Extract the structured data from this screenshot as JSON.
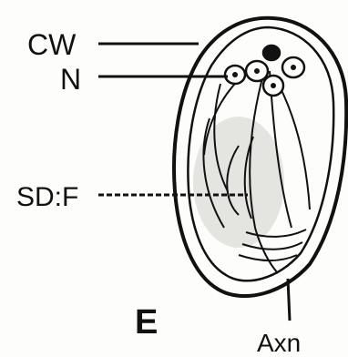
{
  "figure": {
    "panel_letter": "E",
    "labels": {
      "cw": "CW",
      "n": "N",
      "sdf": "SD:F",
      "axn": "Axn"
    }
  }
}
